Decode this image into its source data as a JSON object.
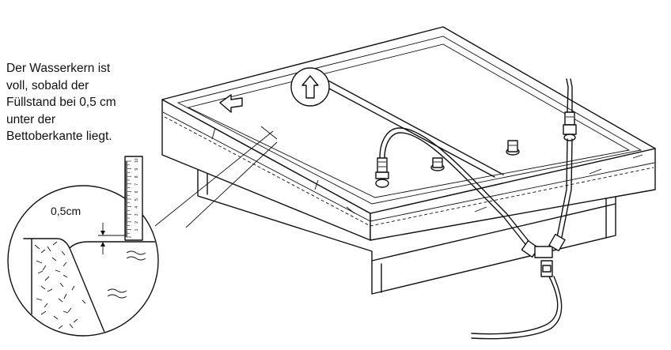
{
  "instruction_text": "Der Wasserkern ist\nvoll, sobald der\nFüllstand bei 0,5 cm\nunter der\nBettoberkante liegt.",
  "detail": {
    "measure_label": "0,5cm",
    "ruler_numbers": [
      "1",
      "2",
      "3",
      "4",
      "5",
      "6",
      "7",
      "8",
      "9",
      "10"
    ]
  },
  "icons": [
    "direction-arrow-left-icon",
    "direction-arrow-up-icon"
  ]
}
